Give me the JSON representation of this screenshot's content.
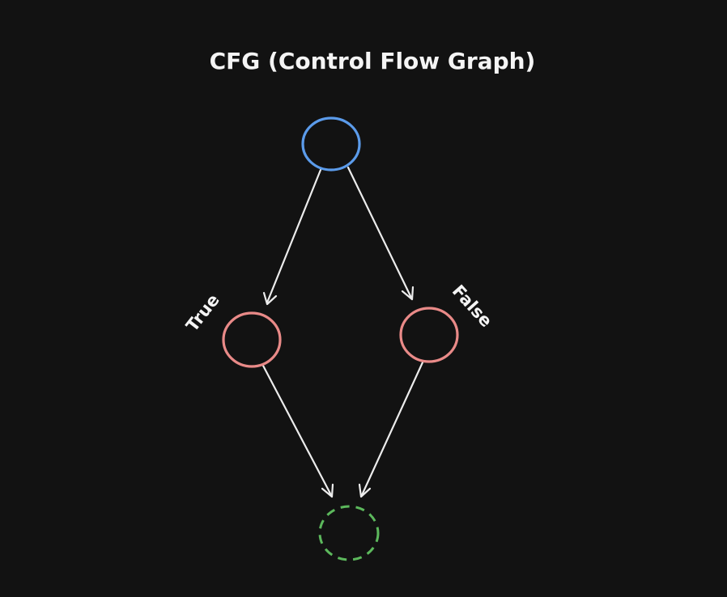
{
  "diagram": {
    "title": "CFG (Control Flow Graph)",
    "nodes": [
      {
        "id": "entry",
        "color": "#5b9bea",
        "border": "solid"
      },
      {
        "id": "true-branch",
        "color": "#e98a88",
        "border": "solid"
      },
      {
        "id": "false-branch",
        "color": "#e98a88",
        "border": "solid"
      },
      {
        "id": "merge",
        "color": "#5cb85c",
        "border": "dashed"
      }
    ],
    "edges": [
      {
        "from": "entry",
        "to": "true-branch",
        "label": "True"
      },
      {
        "from": "entry",
        "to": "false-branch",
        "label": "False"
      },
      {
        "from": "true-branch",
        "to": "merge",
        "label": ""
      },
      {
        "from": "false-branch",
        "to": "merge",
        "label": ""
      }
    ]
  }
}
